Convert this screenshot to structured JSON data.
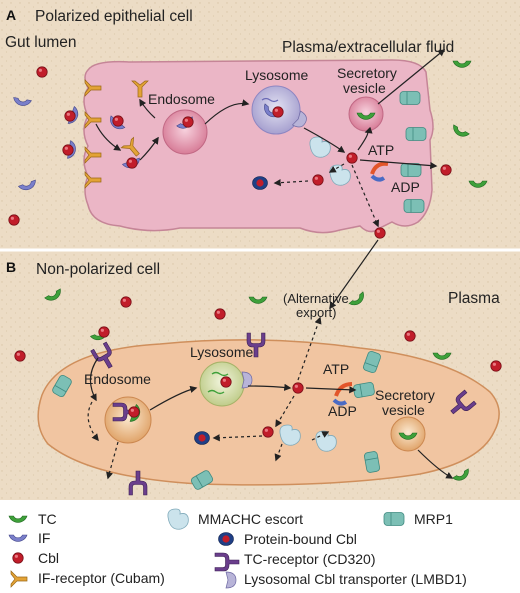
{
  "panel_a": {
    "letter": "A",
    "title": "Polarized epithelial cell",
    "gut_lumen": "Gut lumen",
    "plasma_extracellular": "Plasma/extracellular fluid",
    "endosome": "Endosome",
    "lysosome": "Lysosome",
    "secretory_line1": "Secretory",
    "secretory_line2": "vesicle",
    "atp": "ATP",
    "adp": "ADP"
  },
  "panel_b": {
    "letter": "B",
    "title": "Non-polarized cell",
    "plasma": "Plasma",
    "alt_export_line1": "(Alternative",
    "alt_export_line2": "export)",
    "endosome": "Endosome",
    "lysosome": "Lysosome",
    "secretory_line1": "Secretory",
    "secretory_line2": "vesicle",
    "atp": "ATP",
    "adp": "ADP"
  },
  "legend": {
    "tc": "TC",
    "if": "IF",
    "cbl": "Cbl",
    "if_receptor": "IF-receptor (Cubam)",
    "mmachc": "MMACHC escort",
    "protein_bound": "Protein-bound Cbl",
    "tc_receptor": "TC-receptor (CD320)",
    "mrp1": "MRP1",
    "lysosomal_transporter": "Lysosomal Cbl transporter (LMBD1)"
  },
  "colors": {
    "background": "#ecdcc5",
    "cell_a": "#ebb6c6",
    "cell_b": "#f1c5a1",
    "tc_green": "#3ea03a",
    "if_blue": "#7a7fca",
    "cbl_red": "#c11d2a",
    "cubam_orange": "#e3a336",
    "mrp1_teal": "#7cbfb5",
    "cd320_purple": "#6a3e8c",
    "mmachc_light": "#cbe3ec",
    "lmbd1_lavender": "#b8b4d8"
  }
}
